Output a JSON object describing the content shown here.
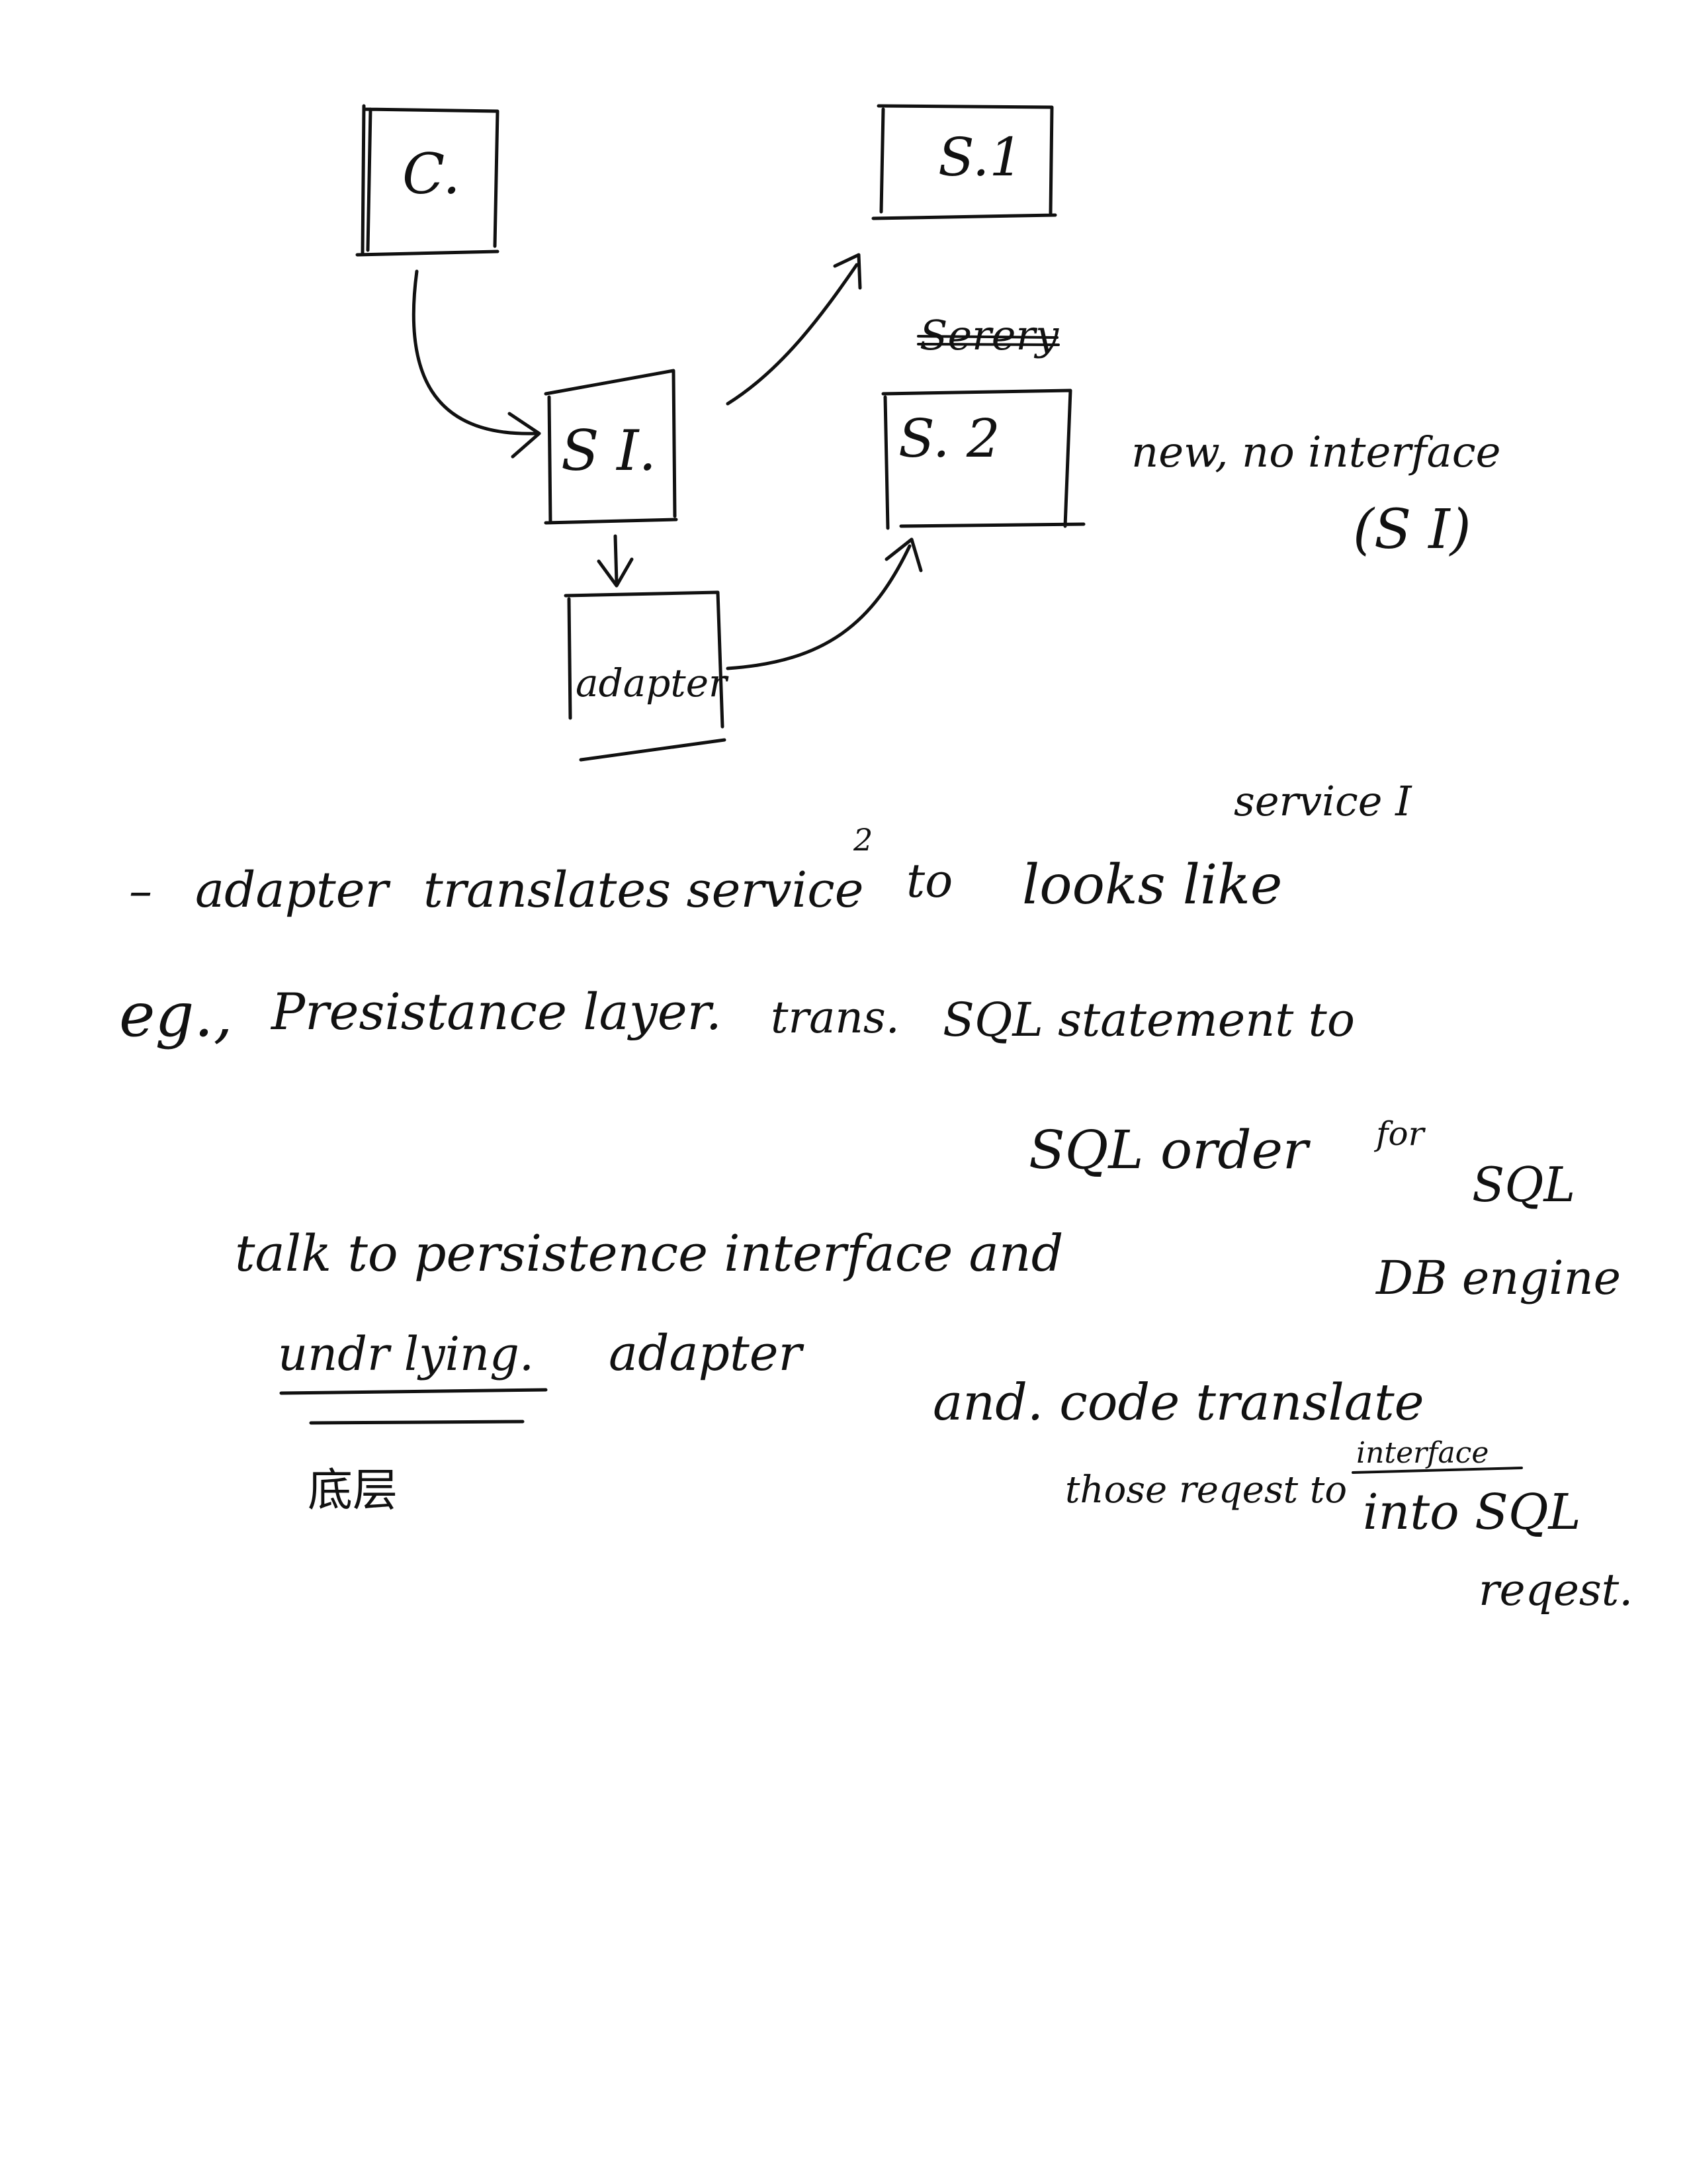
{
  "diagram": {
    "nodes": {
      "client": "C.",
      "service1": "S.1",
      "service_interface": "S I.",
      "service2": "S. 2",
      "adapter": "adapter"
    },
    "service2_crossed_label": "Serery",
    "service2_note": "new, no interface",
    "service2_note_paren": "(S I)"
  },
  "notes": {
    "line1": {
      "dash": "–",
      "word_adapter": "adapter",
      "text": "translates service",
      "superscript": "2",
      "text_to": "to",
      "text_tail": "looks like",
      "above": "service I"
    },
    "line2": {
      "prefix": "eg.,",
      "text": "Presistance layer.",
      "text2": "trans.",
      "text3": "SQL statement to"
    },
    "line3": {
      "text": "SQL order",
      "for": "for",
      "sql": "SQL"
    },
    "line4": {
      "text": "talk to persistence interface and",
      "db": "DB engine"
    },
    "line5": {
      "underlying": "undr lying.",
      "adapter": "adapter",
      "tail": "and. code translate"
    },
    "line6": {
      "chinese": "底层",
      "those": "those reqest to",
      "interface": "interface",
      "into": "into SQL",
      "request": "reqest."
    }
  }
}
